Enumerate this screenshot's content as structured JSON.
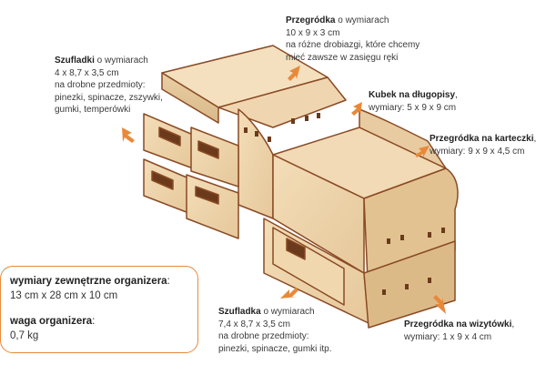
{
  "colors": {
    "accent": "#e8893a",
    "wood": "#edd3ab",
    "edge": "#8a4a24"
  },
  "labels": {
    "szufladki": {
      "title": "Szufladki",
      "rest": " o wymiarach",
      "lines": [
        "4 x 8,7 x 3,5 cm",
        "na drobne przedmioty:",
        "pinezki, spinacze, zszywki,",
        "gumki, temperówki"
      ]
    },
    "przegrodka_top": {
      "title": "Przegródka",
      "rest": " o wymiarach",
      "lines": [
        "10 x 9 x 3 cm",
        "na różne drobiazgi, które chcemy",
        "mieć zawsze w zasięgu ręki"
      ]
    },
    "kubek": {
      "title": "Kubek na długopisy",
      "rest": ",",
      "lines": [
        "wymiary: 5 x 9 x 9 cm"
      ]
    },
    "karteczki": {
      "title": "Przegródka na karteczki",
      "rest": ",",
      "lines": [
        "wymiary: 9 x 9 x 4,5 cm"
      ]
    },
    "szufladka": {
      "title": "Szufladka",
      "rest": " o wymiarach",
      "lines": [
        "7,4 x 8,7 x 3,5 cm",
        "na drobne przedmioty:",
        "pinezki, spinacze, gumki itp."
      ]
    },
    "wizytowki": {
      "title": "Przegródka na wizytówki",
      "rest": ",",
      "lines": [
        "wymiary: 1 x 9 x 4 cm"
      ]
    }
  },
  "summary": {
    "dims_title": "wymiary zewnętrzne organizera",
    "dims_sep": ":",
    "dims_value": "13 cm x 28 cm x 10 cm",
    "weight_title": "waga organizera",
    "weight_sep": ":",
    "weight_value": "0,7 kg"
  }
}
